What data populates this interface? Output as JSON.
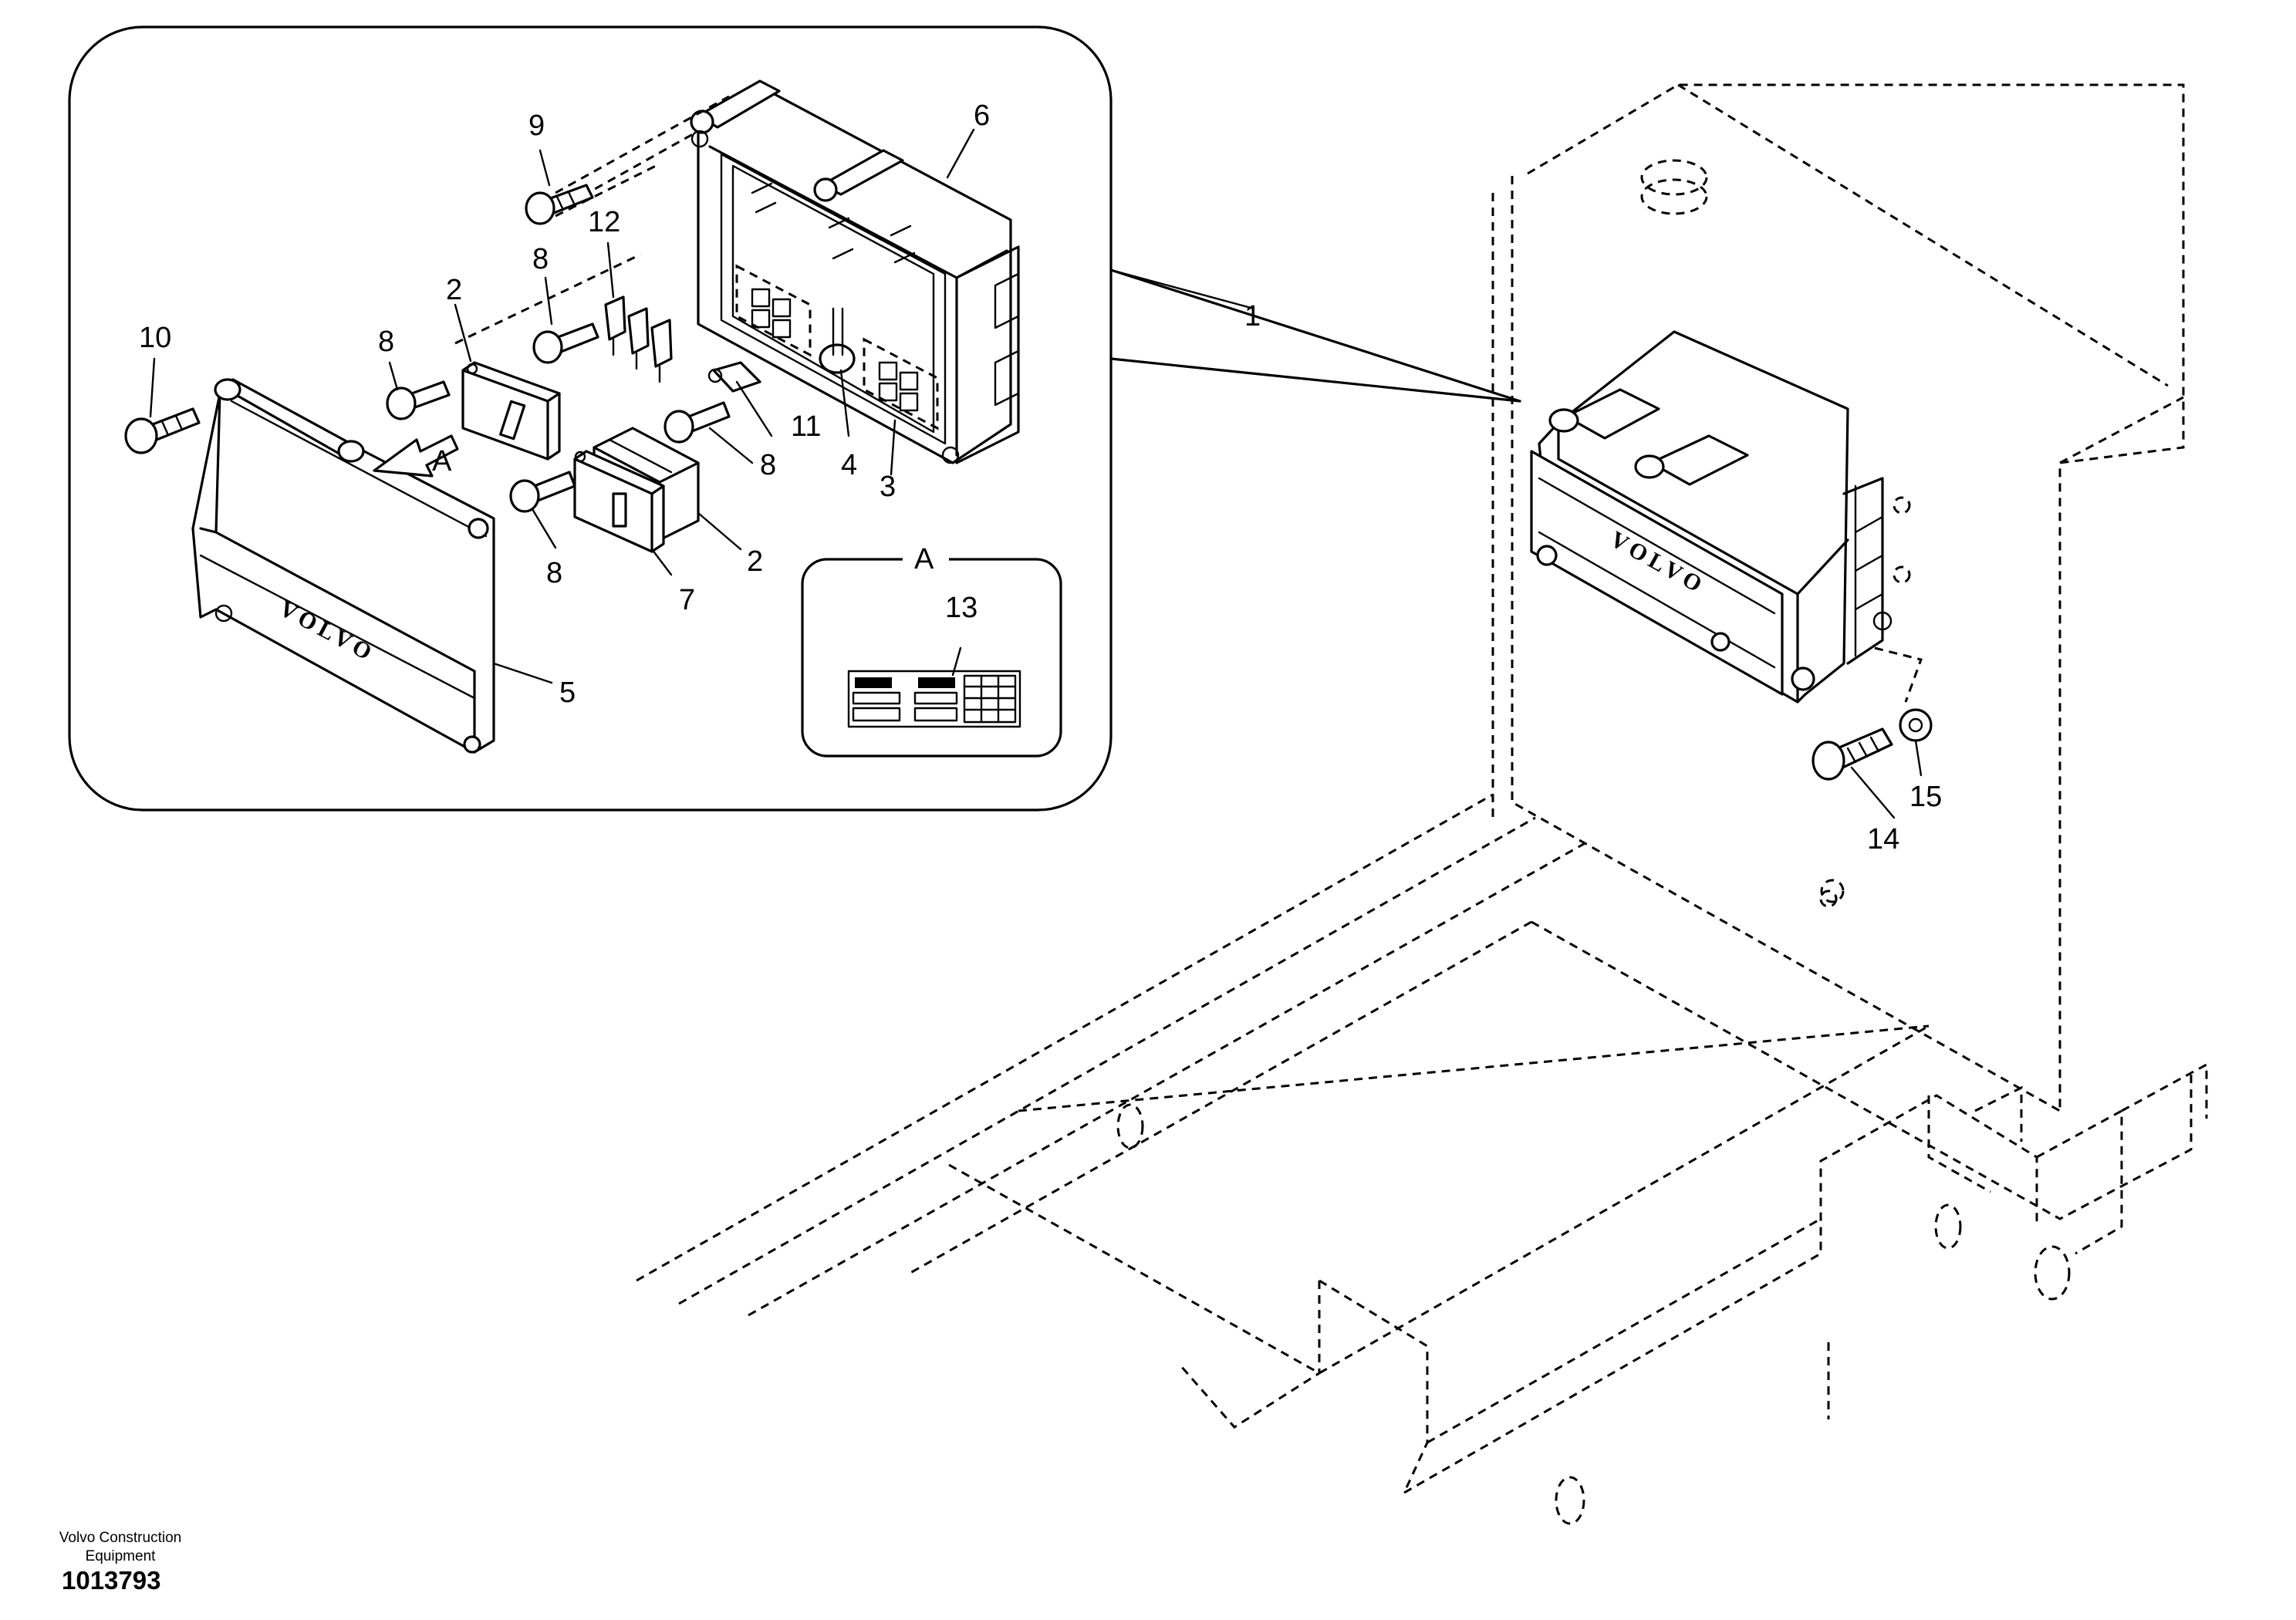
{
  "callouts": {
    "c1": "1",
    "c2a": "2",
    "c2b": "2",
    "c3": "3",
    "c4": "4",
    "c5": "5",
    "c6": "6",
    "c7": "7",
    "c8a": "8",
    "c8b": "8",
    "c8c": "8",
    "c8d": "8",
    "c9": "9",
    "c10": "10",
    "c11": "11",
    "c12": "12",
    "c13": "13",
    "c14": "14",
    "c15": "15"
  },
  "view_markers": {
    "arrow_label": "A",
    "detail_label": "A"
  },
  "brand_marks": {
    "cover": "VOLVO",
    "unit": "VOLVO"
  },
  "footer": {
    "company_line1": "Volvo Construction",
    "company_line2": "Equipment",
    "reference": "1013793"
  }
}
